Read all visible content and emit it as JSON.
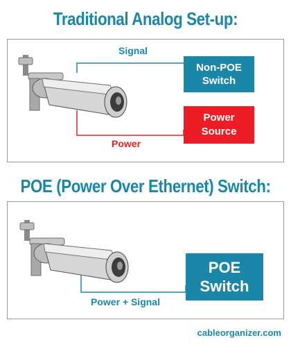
{
  "traditional": {
    "heading": "Traditional Analog Set-up:",
    "signal_label": "Signal",
    "power_label": "Power",
    "non_poe_switch": [
      "Non-POE",
      "Switch"
    ],
    "power_source": [
      "Power",
      "Source"
    ]
  },
  "poe": {
    "heading": "POE (Power Over Ethernet) Switch:",
    "connection_label": "Power + Signal",
    "poe_switch": [
      "POE",
      "Switch"
    ]
  },
  "footer": "cableorganizer.com",
  "colors": {
    "teal": "#1a86a8",
    "red": "#ee1c24"
  },
  "icons": [
    "security-camera-icon"
  ]
}
